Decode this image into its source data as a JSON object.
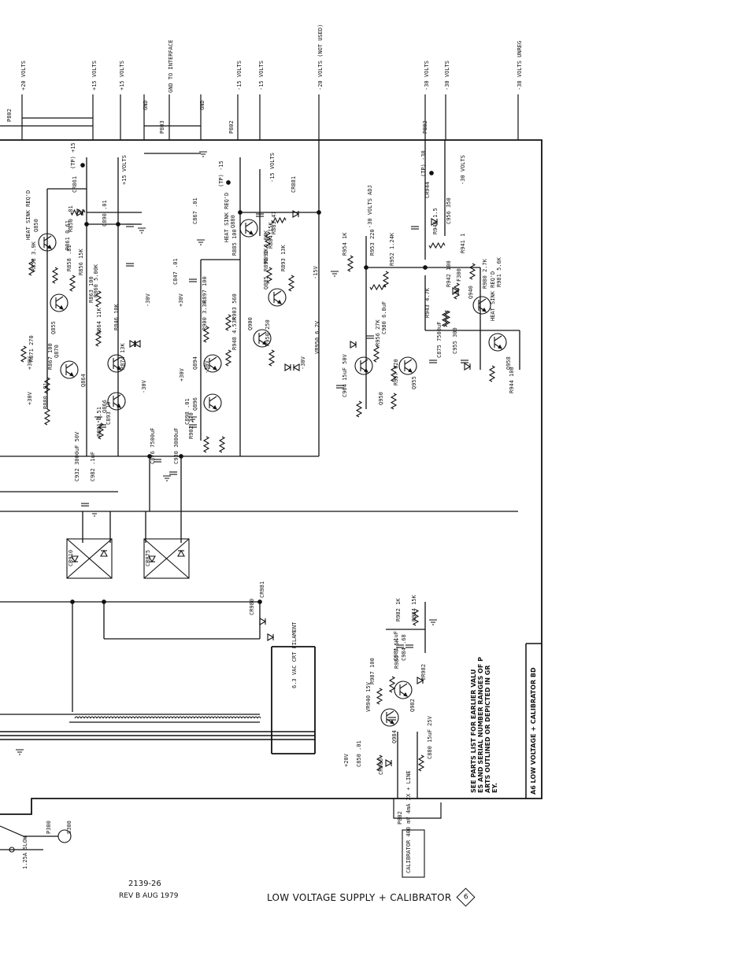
{
  "rails_top": [
    {
      "id": "p20",
      "label": "+20 VOLTS"
    },
    {
      "id": "p15a",
      "label": "+15 VOLTS"
    },
    {
      "id": "p15b",
      "label": "+15 VOLTS"
    },
    {
      "id": "gnd1",
      "label": "GND"
    },
    {
      "id": "gndint",
      "label": "GND TO INTERFACE"
    },
    {
      "id": "gnd2",
      "label": "GND"
    },
    {
      "id": "m15a",
      "label": "-15 VOLTS"
    },
    {
      "id": "m15b",
      "label": "-15 VOLTS"
    },
    {
      "id": "m20",
      "label": "-20 VOLTS (NOT USED)"
    },
    {
      "id": "m30a",
      "label": "-30 VOLTS"
    },
    {
      "id": "m30b",
      "label": "-30 VOLTS"
    },
    {
      "id": "m38",
      "label": "-38 VOLTS UNREG"
    }
  ],
  "connectors": {
    "p802": "P802",
    "p803": "P803"
  },
  "test_points": [
    "+15",
    "-15",
    "-30"
  ],
  "rail_labels_inner": [
    "+15 VOLTS",
    "-15 VOLTS",
    "-30 VOLTS",
    "-30 VOLTS ADJ"
  ],
  "components": [
    "Q850",
    "Q855",
    "Q870",
    "Q864",
    "Q866",
    "Q880",
    "Q885",
    "Q900",
    "Q894",
    "Q896",
    "Q950",
    "Q955",
    "Q940",
    "Q958",
    "Q982",
    "Q984",
    "CR861",
    "CR881",
    "CR944",
    "CR910",
    "CR875",
    "CR980",
    "CR981",
    "CR982",
    "CR986",
    "R850 .81",
    "R861 0.61",
    "R853 3.9K",
    "R858 .81",
    "R856 15K",
    "R860 5.00K",
    "R863 100",
    "R864 11K",
    "R846 10K",
    "R874 13K",
    "R871 270",
    "R867 100",
    "R880 .81",
    "R881 0.51",
    "R883 47",
    "R884 15K",
    "R885 100",
    "R890 5.00K",
    "R893 13K",
    "R896 1K",
    "R897 100",
    "R900 3.3K",
    "R902 270",
    "R903 560",
    "R948 4.53K",
    "R950 250",
    "R952 1.24K",
    "R953 220",
    "R954 1K",
    "R956 27K",
    "R957 620",
    "R943 4.7K",
    "R944 100",
    "R942 100",
    "R940 1.5",
    "R941 1",
    "R980 2.7K",
    "R981 5.6K",
    "R982 1K",
    "R984 15K",
    "R986 7.5K",
    "R987 100",
    "C850 .01",
    "C880 15uF 25V",
    "C890 .01",
    "C867 .01",
    "C847 .01",
    "C893 10",
    "C898 .01",
    "C980 6.8uF",
    "C964 15uF 50V",
    "C956 350",
    "C955 300",
    "C875 7500uF",
    "C876 7500uF",
    "C930 3000uF",
    "C932 3000uF 50V",
    "C982 .1uF",
    "C981 .1uF",
    "C984 .68",
    "VR940 15V",
    "VR950 6.2V",
    "F300",
    "P300",
    "S300"
  ],
  "annotations": {
    "heat_sink_1": "HEAT SINK REQ'D",
    "heat_sink_2": "HEAT SINK REQ'D",
    "heat_sink_3": "HEAT SINK REQ'D",
    "filament": "6.3 VAC CRT FILAMENT",
    "fuse": "1.25A SLOW",
    "calibrator": "CALIBRATOR 400 mV 4mA 2X + LINE",
    "parts_note": "SEE PARTS LIST FOR EARLIER VALUES AND SERIAL NUMBER RANGES OF PARTS OUTLINED OR DEPICTED IN GREY.",
    "board": "A6 LOW VOLTAGE + CALIBRATOR BD"
  },
  "voltages": [
    "+30V",
    "-30V",
    "+30V",
    "-30V",
    "+30V",
    "-30V",
    "-15V",
    "+30V",
    "-30V",
    "+20V"
  ],
  "footer": {
    "doc_number": "2139-26",
    "revision": "REV B AUG 1979",
    "title": "LOW VOLTAGE SUPPLY + CALIBRATOR",
    "mark": "6"
  }
}
